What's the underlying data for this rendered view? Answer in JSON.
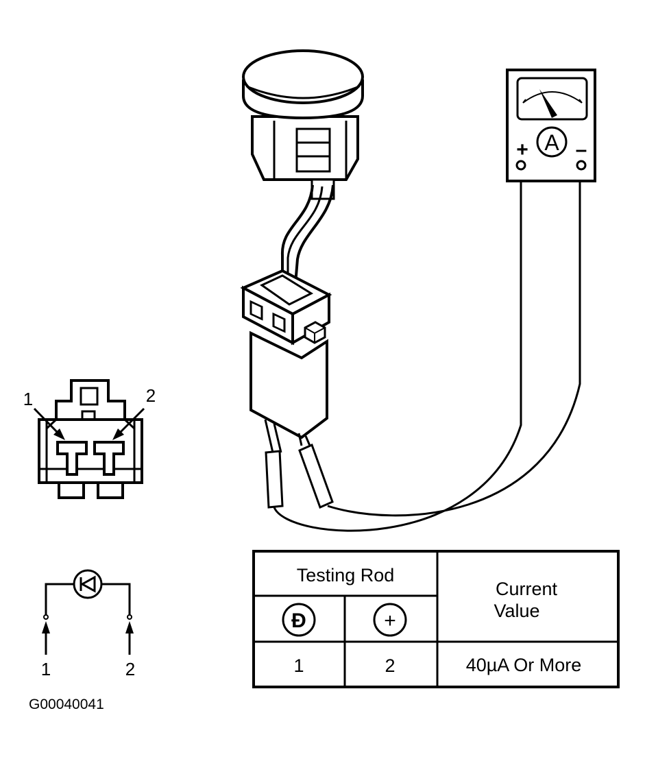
{
  "connector": {
    "pin1_label": "1",
    "pin2_label": "2"
  },
  "ammeter": {
    "symbol": "A",
    "plus_label": "+",
    "minus_label": "–"
  },
  "schematic": {
    "terminal1_label": "1",
    "terminal2_label": "2"
  },
  "table": {
    "header_testing_rod": "Testing Rod",
    "header_current_line1": "Current",
    "header_current_line2": "Value",
    "negative_symbol": "Ð",
    "positive_symbol": "+",
    "row_negative": "1",
    "row_positive": "2",
    "row_current": "40µA Or More"
  },
  "figure_id": "G00040041"
}
